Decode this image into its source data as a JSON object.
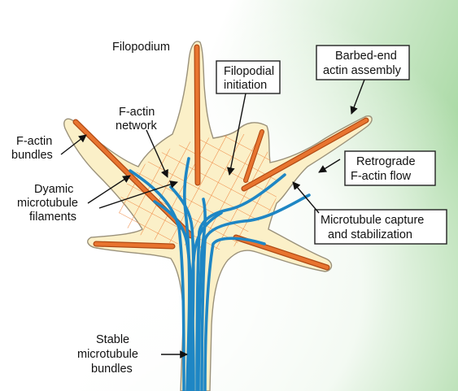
{
  "colors": {
    "background_green": "#a9d9a4",
    "cell_fill": "#fbf0c8",
    "cell_outline": "#9a917a",
    "actin_orange": "#e8742f",
    "actin_dark": "#b04a14",
    "microtubule_blue": "#1e86c4"
  },
  "labels": {
    "filopodium": "Filopodium",
    "fil_init_1": "Filopodial",
    "fil_init_2": "initiation",
    "barbed_1": "Barbed-end",
    "barbed_2": "actin assembly",
    "factin_net_1": "F-actin",
    "factin_net_2": "network",
    "factin_bundles_1": "F-actin",
    "factin_bundles_2": "bundles",
    "retro_1": "Retrograde",
    "retro_2": "F-actin flow",
    "dyn_1": "Dyamic",
    "dyn_2": "microtubule",
    "dyn_3": "filaments",
    "capture_1": "Microtubule capture",
    "capture_2": "and stabilization",
    "stable_1": "Stable",
    "stable_2": "microtubule",
    "stable_3": "bundles"
  }
}
